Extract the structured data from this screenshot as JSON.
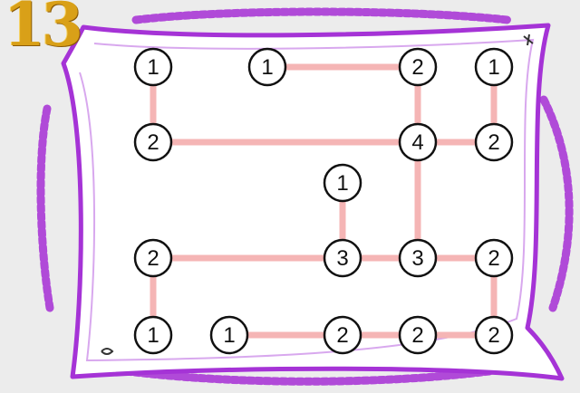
{
  "puzzle": {
    "level_label": "13",
    "type": "hashi-bridges",
    "colors": {
      "background": "#ececec",
      "pillow_outline": "#a533d6",
      "pillow_fill": "#ffffff",
      "bridge": "#f5b5b5",
      "island_stroke": "#111111",
      "level_text": "#d9a018"
    },
    "islands": [
      {
        "id": "i1",
        "row": 1,
        "col": 1,
        "value": "1"
      },
      {
        "id": "i2",
        "row": 1,
        "col": 2,
        "value": "1"
      },
      {
        "id": "i3",
        "row": 1,
        "col": 4,
        "value": "2"
      },
      {
        "id": "i4",
        "row": 1,
        "col": 5,
        "value": "1"
      },
      {
        "id": "i5",
        "row": 2,
        "col": 1,
        "value": "2"
      },
      {
        "id": "i6",
        "row": 2,
        "col": 4,
        "value": "4"
      },
      {
        "id": "i7",
        "row": 2,
        "col": 5,
        "value": "2"
      },
      {
        "id": "i8",
        "row": 3,
        "col": 3,
        "value": "1"
      },
      {
        "id": "i9",
        "row": 4,
        "col": 1,
        "value": "2"
      },
      {
        "id": "i10",
        "row": 4,
        "col": 3,
        "value": "3"
      },
      {
        "id": "i11",
        "row": 4,
        "col": 4,
        "value": "3"
      },
      {
        "id": "i12",
        "row": 4,
        "col": 5,
        "value": "2"
      },
      {
        "id": "i13",
        "row": 5,
        "col": 1,
        "value": "1"
      },
      {
        "id": "i14",
        "row": 5,
        "col": 2,
        "value": "1"
      },
      {
        "id": "i15",
        "row": 5,
        "col": 3,
        "value": "2"
      },
      {
        "id": "i16",
        "row": 5,
        "col": 4,
        "value": "2"
      },
      {
        "id": "i17",
        "row": 5,
        "col": 5,
        "value": "2"
      }
    ],
    "bridges": [
      {
        "from": "i1",
        "to": "i5"
      },
      {
        "from": "i2",
        "to": "i3"
      },
      {
        "from": "i3",
        "to": "i6"
      },
      {
        "from": "i4",
        "to": "i7"
      },
      {
        "from": "i5",
        "to": "i6"
      },
      {
        "from": "i6",
        "to": "i7"
      },
      {
        "from": "i6",
        "to": "i11"
      },
      {
        "from": "i8",
        "to": "i10"
      },
      {
        "from": "i9",
        "to": "i10"
      },
      {
        "from": "i9",
        "to": "i13"
      },
      {
        "from": "i10",
        "to": "i11"
      },
      {
        "from": "i11",
        "to": "i12"
      },
      {
        "from": "i12",
        "to": "i17"
      },
      {
        "from": "i14",
        "to": "i15"
      },
      {
        "from": "i15",
        "to": "i16"
      },
      {
        "from": "i16",
        "to": "i17"
      }
    ]
  }
}
